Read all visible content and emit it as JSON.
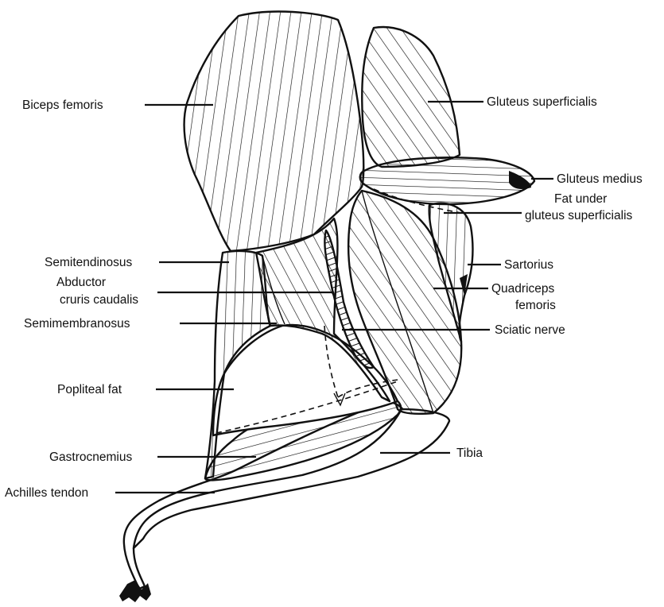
{
  "labels": {
    "biceps_femoris": "Biceps femoris",
    "gluteus_superficialis": "Gluteus superficialis",
    "gluteus_medius": "Gluteus medius",
    "fat_under_line1": "Fat under",
    "fat_under_line2": "gluteus superficialis",
    "semitendinosus": "Semitendinosus",
    "sartorius": "Sartorius",
    "abductor_line1": "Abductor",
    "abductor_line2": "cruris caudalis",
    "quadriceps_line1": "Quadriceps",
    "quadriceps_line2": "femoris",
    "semimembranosus": "Semimembranosus",
    "sciatic_nerve": "Sciatic nerve",
    "popliteal_fat": "Popliteal fat",
    "gastrocnemius": "Gastrocnemius",
    "tibia": "Tibia",
    "achilles_tendon": "Achilles tendon"
  }
}
